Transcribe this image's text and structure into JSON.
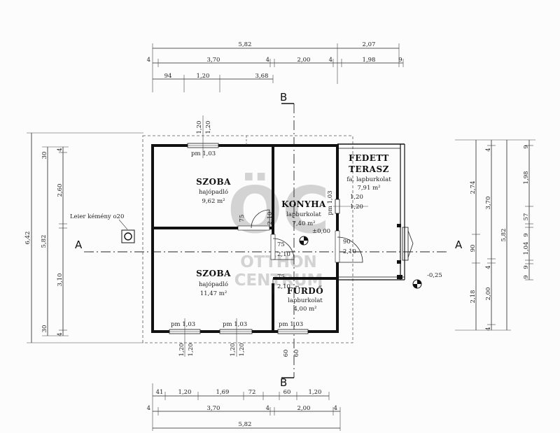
{
  "dims_top": {
    "r1": [
      "5,82",
      "2,07"
    ],
    "r2": [
      "4",
      "3,70",
      "4",
      "2,00",
      "4",
      "1,98",
      "9"
    ],
    "r3": [
      "94",
      "1,20",
      "3,68"
    ]
  },
  "dims_bottom": {
    "r1": [
      "41",
      "1,20",
      "1,69",
      "72",
      "60",
      "1,20"
    ],
    "r2": [
      "4",
      "3,70",
      "4",
      "2,00",
      "4"
    ],
    "r3": [
      "5,82"
    ]
  },
  "dims_left": {
    "outer": "6,42",
    "middle": "5,82",
    "inner": [
      "30",
      "4",
      "2,60",
      "3,10",
      "30",
      "4"
    ]
  },
  "dims_right": {
    "c1": [
      "2,74",
      "90",
      "2,18"
    ],
    "c2": [
      "4",
      "3,70",
      "4",
      "2,00",
      "4"
    ],
    "c3": [
      "5,82"
    ],
    "c4": [
      "9",
      "1,98",
      "57",
      "9",
      "1,04",
      "9",
      "9"
    ]
  },
  "rooms": {
    "szoba1": {
      "name": "SZOBA",
      "floor": "hajópadló",
      "area": "9,62 m²"
    },
    "szoba2": {
      "name": "SZOBA",
      "floor": "hajópadló",
      "area": "11,47 m²"
    },
    "konyha": {
      "name": "KONYHA",
      "floor": "lapburkolat",
      "area": "7,40 m²"
    },
    "furdo": {
      "name": "FÜRDŐ",
      "floor": "lapburkolat",
      "area": "4,00 m²"
    },
    "terasz": {
      "name1": "FEDETT",
      "name2": "TERASZ",
      "floor": "fa. lapburkolat",
      "area": "7,91 m²"
    }
  },
  "openings": {
    "pm_top": "pm 1,03",
    "pm_bottom": "pm 1,03",
    "pm_konyha": "pm 1,03",
    "w120": "1,20",
    "door75": "75",
    "door210": "2,10",
    "door90": "90",
    "door210b": "2,10",
    "door60": "60"
  },
  "levels": {
    "zero": "±0,00",
    "minus": "-0,25"
  },
  "labels": {
    "chimney": "Leier kémény o20",
    "axis_a": "A",
    "axis_b": "B"
  },
  "watermark": {
    "line1": "ÖC",
    "line2": "OTTHON",
    "line3": "CENTRUM"
  }
}
